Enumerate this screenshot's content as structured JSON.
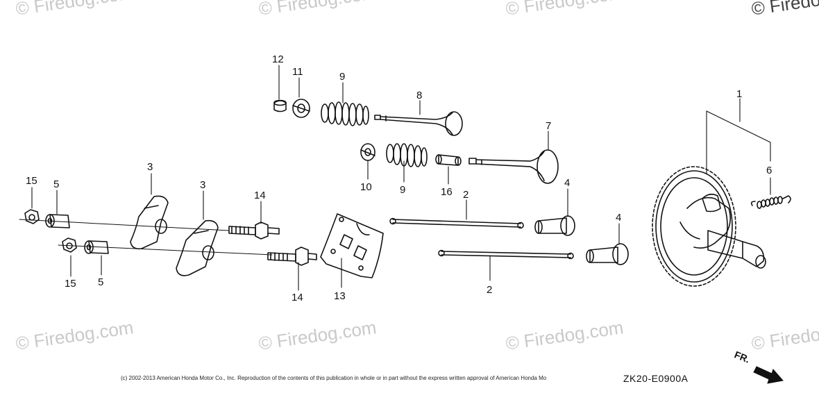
{
  "watermarks": [
    "© Firedog.com",
    "© Firedog.com",
    "© Firedog.com",
    "© Firedog.com",
    "© Firedog.com",
    "© Firedog.com",
    "© Firedog.com",
    "© Firedog.com"
  ],
  "callouts": {
    "c1": "1",
    "c2a": "2",
    "c2b": "2",
    "c3a": "3",
    "c3b": "3",
    "c4a": "4",
    "c4b": "4",
    "c5a": "5",
    "c5b": "5",
    "c6": "6",
    "c7": "7",
    "c8": "8",
    "c9a": "9",
    "c9b": "9",
    "c10": "10",
    "c11": "11",
    "c12": "12",
    "c13": "13",
    "c14a": "14",
    "c14b": "14",
    "c15a": "15",
    "c15b": "15",
    "c16": "16"
  },
  "footer": {
    "copyright": "(c) 2002-2013 American Honda Motor Co., Inc. Reproduction of the contents of this publication in whole or in part without the express written approval of American Honda Mo",
    "part_code": "ZK20-E0900A",
    "direction_label": "FR."
  }
}
